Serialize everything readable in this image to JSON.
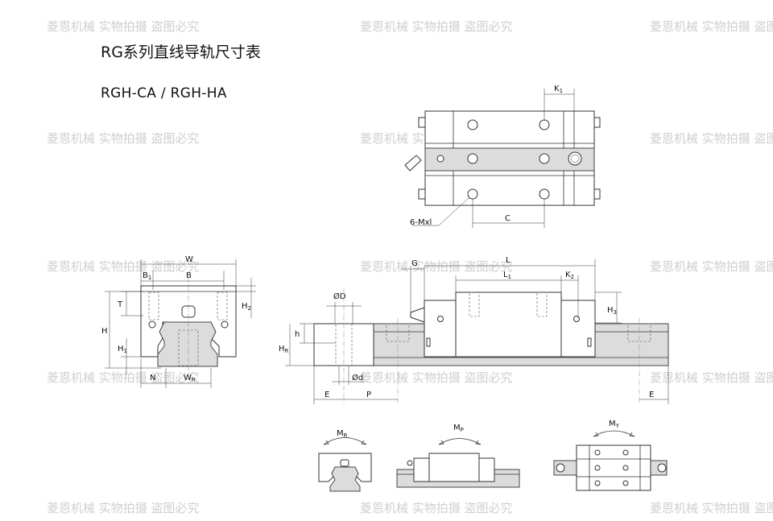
{
  "title": "RG系列直线导轨尺寸表",
  "subtitle": "RGH-CA / RGH-HA",
  "watermark": "菱恩机械 实物拍摄 盗图必究",
  "labels": {
    "k1": "K",
    "k1_sub": "1",
    "mxl": "6-Mxl",
    "c": "C",
    "w": "W",
    "b1": "B",
    "b1_sub": "1",
    "b": "B",
    "t": "T",
    "h2": "H",
    "h2_sub": "2",
    "h": "H",
    "h1": "H",
    "h1_sub": "1",
    "n": "N",
    "wr": "W",
    "wr_sub": "R",
    "od_top": "ØD",
    "h_small": "h",
    "hr": "H",
    "hr_sub": "R",
    "od_bottom": "Ød",
    "e_left": "E",
    "p": "P",
    "g": "G",
    "l": "L",
    "l1": "L",
    "l1_sub": "1",
    "k2": "K",
    "k2_sub": "2",
    "h3": "H",
    "h3_sub": "3",
    "e_right": "E",
    "mr": "M",
    "mr_sub": "R",
    "mp": "M",
    "mp_sub": "P",
    "my": "M",
    "my_sub": "Y"
  }
}
